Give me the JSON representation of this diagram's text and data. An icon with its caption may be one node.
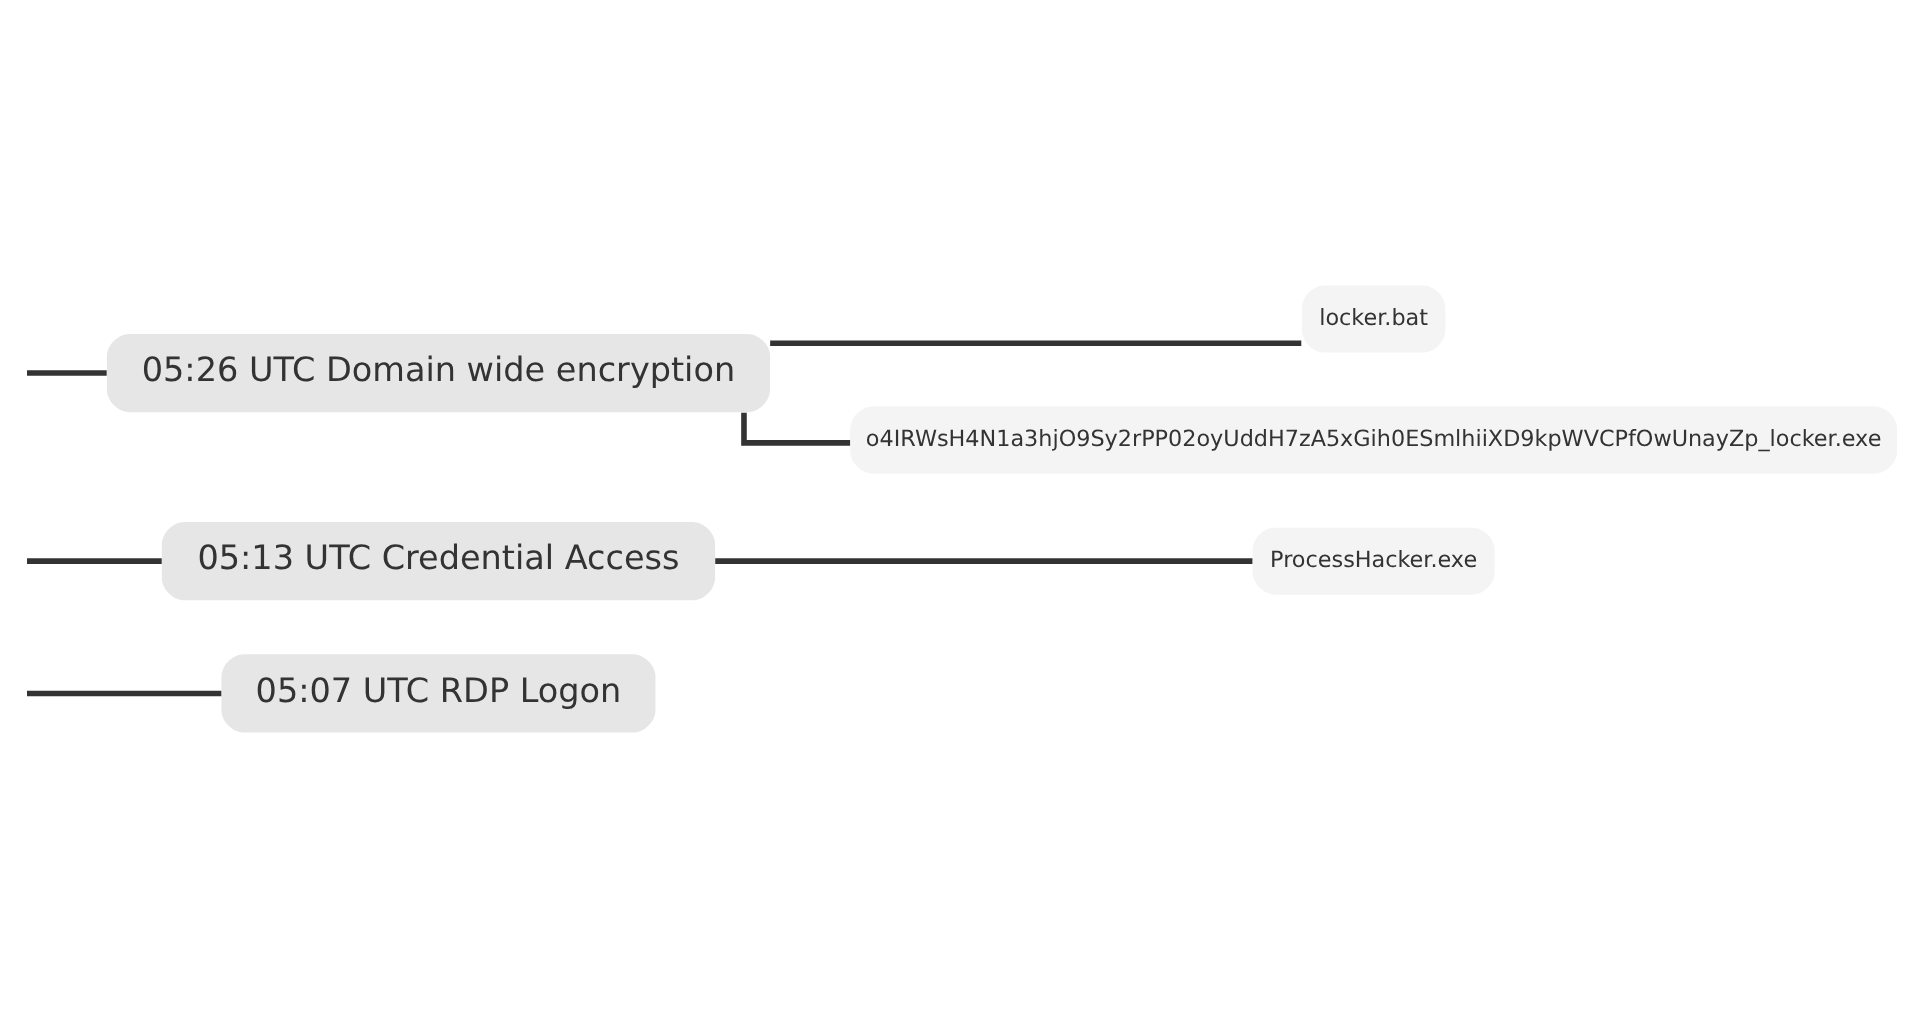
{
  "diagram": {
    "nodes": [
      {
        "text": [
          "05:07 UTC RDP Logon"
        ]
      },
      {
        "text": [
          "05:13 UTC Credential Access"
        ]
      },
      {
        "text": [
          "05:26 UTC Domain wide encryption"
        ]
      },
      {
        "text": [
          "ProcessHacker.exe"
        ]
      },
      {
        "text": [
          "locker.bat"
        ]
      },
      {
        "text": [
          "o4IRWsH4N1a3hjO9Sy2rPP02oyUddH7zA5xGih0ESmlhiiXD9kpWVCPfOwUnayZp_locker.exe"
        ]
      }
    ],
    "edges": [
      {
        "from": null,
        "to": 0,
        "arrow": "none"
      },
      {
        "from": null,
        "to": 1,
        "arrow": "none"
      },
      {
        "from": null,
        "to": 2,
        "arrow": "none"
      },
      {
        "from": 1,
        "to": 3,
        "arrow": "none"
      },
      {
        "from": 2,
        "to": 4,
        "arrow": "none"
      },
      {
        "from": 2,
        "to": 5,
        "arrow": "none"
      }
    ]
  }
}
